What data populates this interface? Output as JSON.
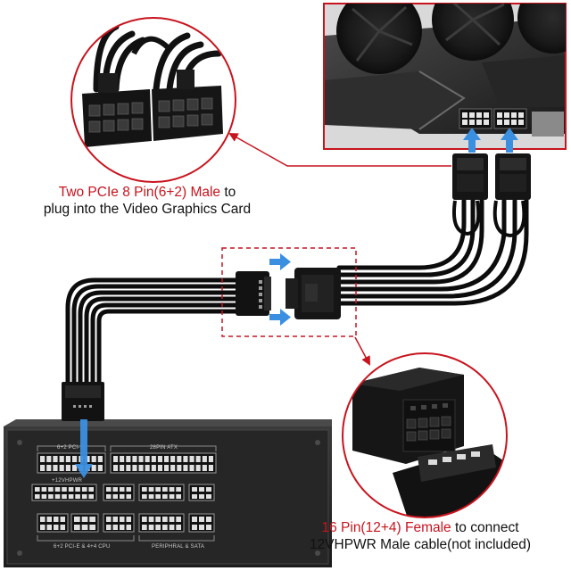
{
  "captions": {
    "left": {
      "highlight": "Two PCIe 8 Pin(6+2) Male",
      "line1_rest": " to",
      "line2": "plug into the Video Graphics Card"
    },
    "right": {
      "highlight": "16 Pin(12+4) Female",
      "line1_rest": " to connect",
      "line2": "12VHPWR Male cable(not included)"
    }
  },
  "psu_labels": {
    "pcie_top": "6+2 PCI-E",
    "atx": "28PIN ATX",
    "hpwr": "+12VHPWR",
    "cpu": "6+2 PCI-E & 4+4 CPU",
    "peripheral": "PERIPHRAL & SATA"
  },
  "colors": {
    "accent_red": "#c8141e",
    "arrow_blue": "#3b8fe0",
    "callout_line": "#c8141e"
  }
}
